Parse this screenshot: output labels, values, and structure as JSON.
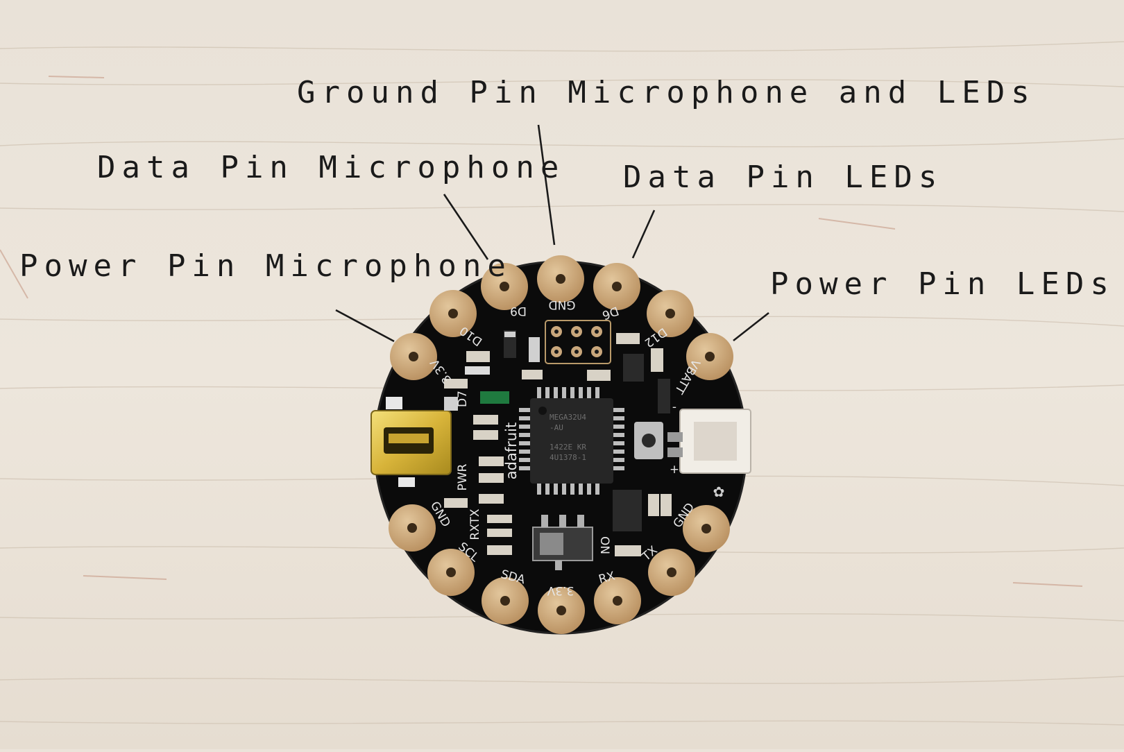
{
  "colors": {
    "background_wood": "#ebe4da",
    "pcb": "#0b0b0b",
    "pad_gold": "#c9a77c",
    "annotation_text": "#1a1a1a"
  },
  "annotations": {
    "ground_pin": "Ground Pin Microphone and LEDs",
    "data_pin_microphone": "Data Pin Microphone",
    "data_pin_leds": "Data Pin LEDs",
    "power_pin_microphone": "Power Pin Microphone",
    "power_pin_leds": "Power Pin LEDs"
  },
  "board": {
    "brand": "adafruit",
    "chip_lines": [
      "MEGA32U4",
      "-AU",
      "1422E KR",
      "4U1378-1"
    ],
    "pad_labels": {
      "d9": "D9",
      "gnd_top": "GND",
      "d6": "D6",
      "d10": "D10",
      "d12": "D12",
      "v33_left": "3.3V",
      "vbatt": "VBATT",
      "d7": "D7",
      "pwr": "PWR",
      "gnd_left": "GND",
      "rx_tx_leds": "RXTX",
      "scl": "SCL",
      "sda": "SDA",
      "v33_bottom": "3.3V",
      "rx": "RX",
      "tx": "TX",
      "gnd_right": "GND",
      "on": "ON",
      "plus": "+",
      "minus": "-"
    }
  }
}
